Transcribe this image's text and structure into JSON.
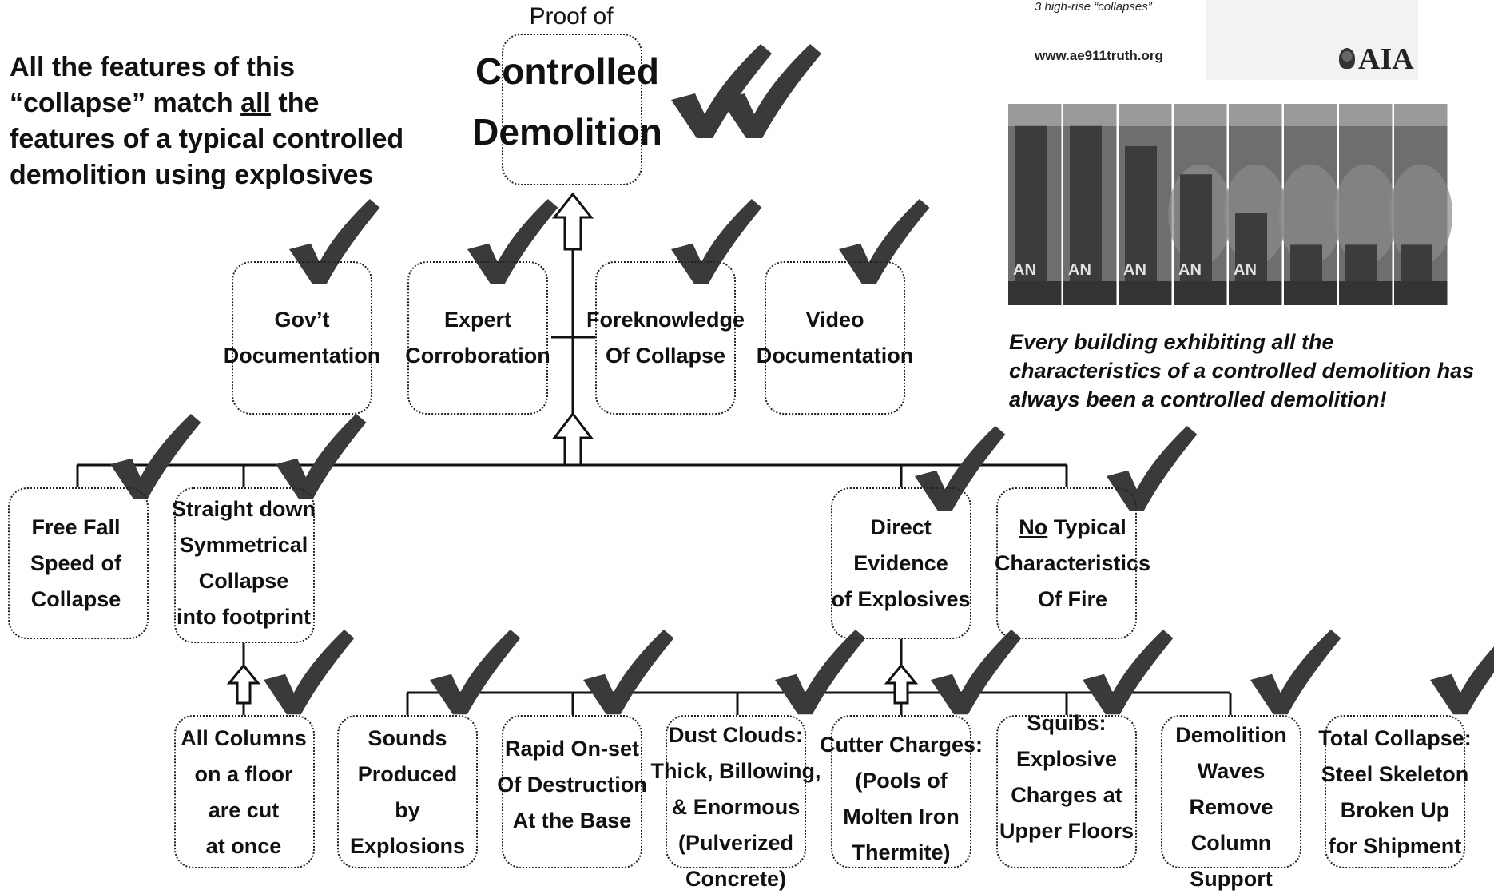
{
  "intro": {
    "before": "All the features of this “collapse” match ",
    "underlined": "all",
    "after": " the features of a typical controlled demolition using explosives"
  },
  "top": {
    "proof_of": "Proof of",
    "line1": "Controlled",
    "line2": "Demolition"
  },
  "branding": {
    "high_rise": "3 high-rise “collapses”",
    "website": "www.ae911truth.org",
    "aia": "AIA"
  },
  "caption": "Every building exhibiting all the characteristics of a controlled demolition has always been a controlled demolition!",
  "film_strip": {
    "frame_label": "AN",
    "building_heights": [
      0.89,
      0.89,
      0.79,
      0.65,
      0.46,
      0.3,
      0.3,
      0.3
    ]
  },
  "level1": [
    {
      "id": "govt",
      "text": "Gov’t\nDocumentation"
    },
    {
      "id": "expert",
      "text": "Expert\nCorroboration"
    },
    {
      "id": "foreknowledge",
      "text": "Foreknowledge\nOf Collapse"
    },
    {
      "id": "video",
      "text": "Video\nDocumentation"
    }
  ],
  "level2": [
    {
      "id": "free-fall",
      "text": "Free Fall\nSpeed of\nCollapse"
    },
    {
      "id": "straight-down",
      "text": "Straight down\nSymmetrical\nCollapse\ninto footprint"
    },
    {
      "id": "direct-evidence",
      "text": "Direct\nEvidence\nof Explosives"
    },
    {
      "id": "no-fire",
      "no": "No",
      "text": " Typical\nCharacteristics\nOf Fire"
    }
  ],
  "level3": [
    {
      "id": "all-columns",
      "text": "All  Columns\non a floor\nare cut\nat once"
    },
    {
      "id": "sounds",
      "text": "Sounds\nProduced\nby\nExplosions"
    },
    {
      "id": "rapid-onset",
      "text": "Rapid On-set\nOf Destruction\nAt the Base"
    },
    {
      "id": "dust-clouds",
      "text": "Dust Clouds:\nThick, Billowing,\n& Enormous\n(Pulverized\nConcrete)"
    },
    {
      "id": "cutter-charges",
      "text": "Cutter Charges:\n(Pools of\nMolten Iron\nThermite)"
    },
    {
      "id": "squibs",
      "text": "Squibs:\nExplosive\nCharges  at\nUpper Floors"
    },
    {
      "id": "demolition-waves",
      "text": "Demolition\nWaves\nRemove\nColumn\nSupport"
    },
    {
      "id": "total-collapse",
      "text": "Total Collapse:\nSteel Skeleton\nBroken Up\nfor Shipment"
    }
  ],
  "colors": {
    "checkmark": "#3a3a3a",
    "text": "#111111",
    "photo_sky": "#6e6e6e",
    "photo_building": "#3c3c3c"
  }
}
